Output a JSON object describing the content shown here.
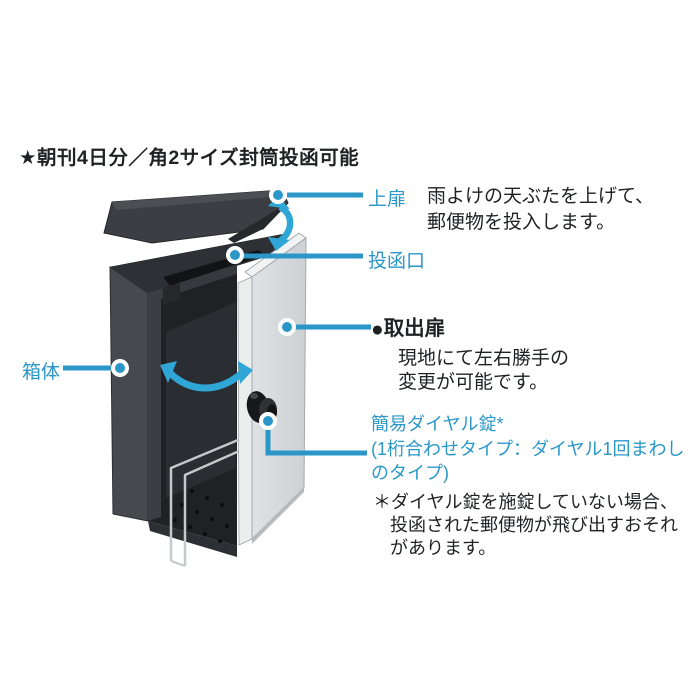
{
  "title": "★朝刊4日分／角2サイズ封筒投函可能",
  "colors": {
    "accent_blue": "#2B97C9",
    "arrow_blue": "#2FA6D5",
    "box_dark": "#3B3E43",
    "door_gray": "#D6D9DB",
    "text_dark": "#1F2123"
  },
  "callouts": {
    "top_door": {
      "label": "上扉",
      "description_line1": "雨よけの天ぶたを上げて、",
      "description_line2": "郵便物を投入します。"
    },
    "post_slot": {
      "label": "投函口"
    },
    "takeout_door": {
      "bullet": "●",
      "label": "取出扉",
      "description_line1": "現地にて左右勝手の",
      "description_line2": "変更が可能です。"
    },
    "box_body": {
      "label": "箱体"
    },
    "dial_lock": {
      "label_line1": "簡易ダイヤル錠*",
      "label_line2": "(1桁合わせタイプ：ダイヤル1回まわし",
      "label_line3": "のタイプ)"
    }
  },
  "footnote": {
    "line1": "＊ダイヤル錠を施錠していない場合、",
    "line2": "投函された郵便物が飛び出すおそれ",
    "line3": "があります。"
  }
}
